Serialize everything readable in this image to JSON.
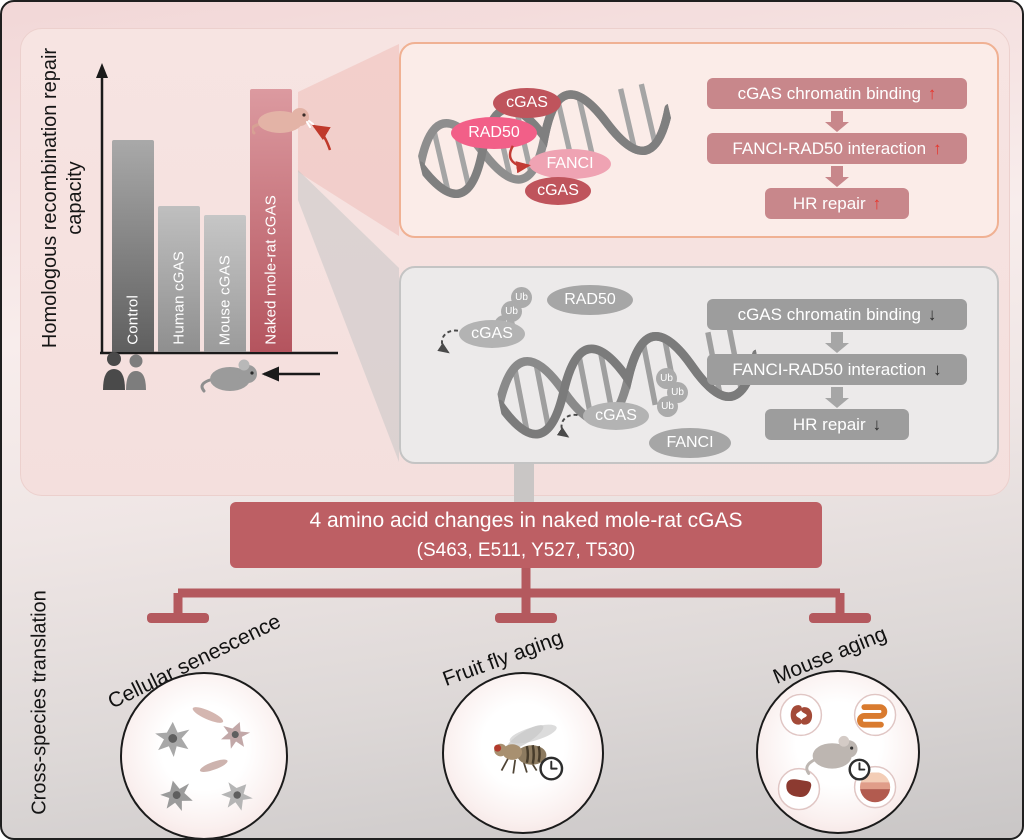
{
  "left_labels": {
    "top": "Homologous recombination repair capacity",
    "bottom": "Cross-species translation"
  },
  "chart_data": {
    "type": "bar",
    "title": "",
    "ylabel": "Homologous recombination repair capacity",
    "xlabel": "",
    "categories": [
      "Control",
      "Human cGAS",
      "Mouse cGAS",
      "Naked mole-rat cGAS"
    ],
    "values": [
      0.74,
      0.51,
      0.48,
      0.92
    ],
    "ylim": [
      0,
      1
    ],
    "grid": false,
    "legend": false,
    "bars": [
      {
        "label": "Control",
        "value": 0.74,
        "color_bottom": "#5f5f5f",
        "color_top": "#a9a9a9"
      },
      {
        "label": "Human cGAS",
        "value": 0.51,
        "color_bottom": "#8f8f8f",
        "color_top": "#bfbfbf"
      },
      {
        "label": "Mouse cGAS",
        "value": 0.48,
        "color_bottom": "#9b9b9b",
        "color_top": "#c6c6c6"
      },
      {
        "label": "Naked mole-rat cGAS",
        "value": 0.92,
        "color_bottom": "#b4545e",
        "color_top": "#dc9aa0"
      }
    ],
    "highlight_category": "Naked mole-rat cGAS"
  },
  "nmr_pathway": {
    "molecules": {
      "cgas_top": "cGAS",
      "rad50": "RAD50",
      "fanci": "FANCI",
      "cgas_bottom": "cGAS"
    },
    "steps": [
      {
        "label": "cGAS chromatin binding",
        "direction": "↑"
      },
      {
        "label": "FANCI-RAD50 interaction",
        "direction": "↑"
      },
      {
        "label": "HR repair",
        "direction": "↑"
      }
    ],
    "box_color": "#c8878b",
    "direction_color": "#e8342a"
  },
  "other_pathway": {
    "molecules": {
      "rad50": "RAD50",
      "cgas_top": "cGAS",
      "cgas_bottom": "cGAS",
      "fanci": "FANCI",
      "ub": "Ub"
    },
    "steps": [
      {
        "label": "cGAS chromatin binding",
        "direction": "↓"
      },
      {
        "label": "FANCI-RAD50 interaction",
        "direction": "↓"
      },
      {
        "label": "HR repair",
        "direction": "↓"
      }
    ],
    "box_color": "#9d9d9d",
    "direction_color": "#2c2c2c"
  },
  "banner": {
    "line1": "4 amino acid changes in naked mole-rat cGAS",
    "line2": "(S463, E511, Y527, T530)",
    "color": "#bd5f64"
  },
  "outcomes": [
    {
      "label": "Cellular senescence"
    },
    {
      "label": "Fruit fly aging"
    },
    {
      "label": "Mouse aging"
    }
  ],
  "colors": {
    "accent_rose": "#bd5f64",
    "bar_highlight": "#b4545e",
    "rad50_pink": "#f25f88",
    "fanci_pink": "#efa3b3",
    "cgas_red": "#bf545c",
    "panel_pink_border": "#f0b193",
    "panel_gray_border": "#c4c4c4",
    "up_arrow_red": "#e8342a"
  }
}
